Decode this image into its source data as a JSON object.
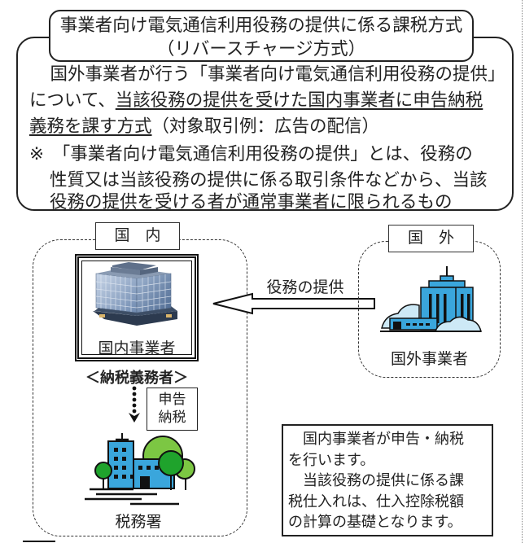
{
  "title": {
    "line1": "事業者向け電気通信利用役務の提供に係る課税方式",
    "line2": "（リバースチャージ方式）"
  },
  "description": {
    "line1": "　国外事業者が行う「事業者向け電気通信利用役務の提供」",
    "line2_plain": "について、",
    "line2_underlined": "当該役務の提供を受けた国内事業者に申告納税",
    "line3_underlined": "義務を課す方式",
    "line3_plain": "（対象取引例：広告の配信）",
    "note_line1": "※　「事業者向け電気通信利用役務の提供」とは、役務の",
    "note_line2": "性質又は当該役務の提供に係る取引条件などから、当該",
    "note_line3": "役務の提供を受ける者が通常事業者に限られるもの"
  },
  "domestic": {
    "label": "国　内",
    "business_caption": "国内事業者",
    "taxpayer_label": "＜納税義務者＞",
    "filing_label_line1": "申告",
    "filing_label_line2": "納税",
    "tax_office_caption": "税務署"
  },
  "foreign": {
    "label": "国　外",
    "business_caption": "国外事業者"
  },
  "arrow": {
    "label": "役務の提供"
  },
  "info": {
    "line1": "　国内事業者が申告・納税",
    "line2": "を行います。",
    "line3": "　当該役務の提供に係る課",
    "line4": "税仕入れは、仕入控除税額",
    "line5": "の計算の基礎となります。"
  },
  "colors": {
    "building_blue": "#3aa6dc",
    "tree_green": "#1fa32c",
    "tree_light_green": "#7cc743",
    "cloud_blue": "#cde9f6",
    "glass_building": "#8fa8c8"
  }
}
